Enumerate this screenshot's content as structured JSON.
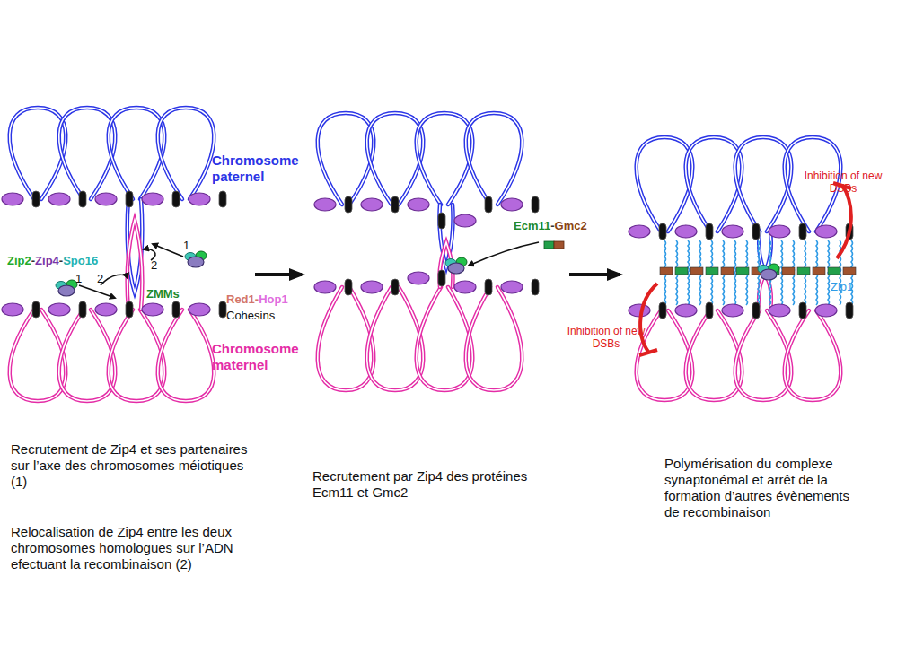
{
  "diagram": {
    "labels": [
      "Chromosome paternel",
      "Zip2-Zip4-Spo16",
      "1",
      "2",
      "1",
      "2",
      "ZMMs",
      "Red1-Hop1",
      "Cohesins",
      "Chromosome maternel",
      "Ecm11-Gmc2",
      "Inhibition of new DSBs",
      "Zip1",
      "Inhibition of new DSBs",
      "Recrutement de Zip4 et ses partenaires sur l’axe des chromosomes méiotiques (1)",
      "Relocalisation de Zip4 entre les deux chromosomes homologues sur l’ADN efectuant la recombinaison (2)",
      "Recrutement par Zip4 des protéines  Ecm11 et Gmc2",
      "Polymérisation du complexe synaptonémal et arrêt de la formation d’autres évènements de recombinaison"
    ]
  }
}
